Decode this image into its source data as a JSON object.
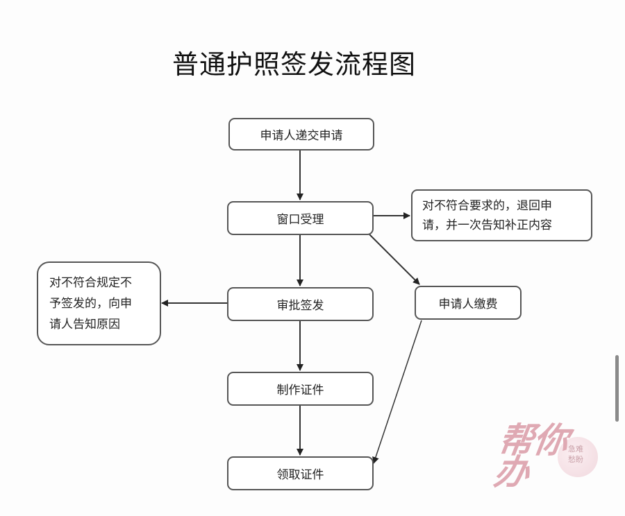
{
  "title": "普通护照签发流程图",
  "nodes": {
    "submit": "申请人递交申请",
    "accept": "窗口受理",
    "reject_request": [
      "对不符合要求的，退回申",
      "请，并一次告知补正内容"
    ],
    "approve": "审批签发",
    "pay_fee": "申请人缴费",
    "reject_approval": [
      "对不符合规定不",
      "予签发的，向申",
      "请人告知原因"
    ],
    "make_cert": "制作证件",
    "collect_cert": "领取证件"
  },
  "edges": [
    {
      "from": "submit",
      "to": "accept"
    },
    {
      "from": "accept",
      "to": "reject_request"
    },
    {
      "from": "accept",
      "to": "approve"
    },
    {
      "from": "accept",
      "to": "pay_fee"
    },
    {
      "from": "approve",
      "to": "reject_approval"
    },
    {
      "from": "approve",
      "to": "make_cert"
    },
    {
      "from": "make_cert",
      "to": "collect_cert"
    },
    {
      "from": "pay_fee",
      "to": "collect_cert"
    }
  ],
  "watermark": {
    "main": "帮你办",
    "sub": [
      "急难",
      "愁盼"
    ]
  },
  "colors": {
    "border": "#555555",
    "edge": "#333333",
    "watermark": "#dfa9b3"
  }
}
